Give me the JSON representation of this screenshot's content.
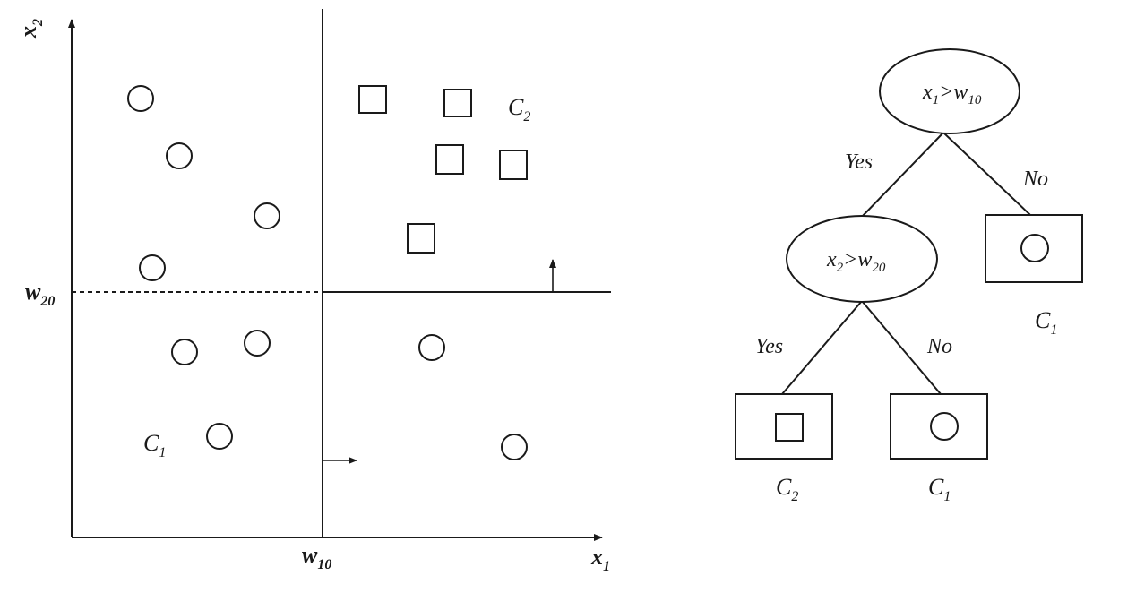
{
  "scatter": {
    "x_axis_label": "x",
    "x_axis_sub": "1",
    "y_axis_label": "x",
    "y_axis_sub": "2",
    "x_threshold_label": "w",
    "x_threshold_sub": "10",
    "y_threshold_label": "w",
    "y_threshold_sub": "20",
    "class1_label": "C",
    "class1_sub": "1",
    "class2_label": "C",
    "class2_sub": "2"
  },
  "tree": {
    "root": {
      "var": "x",
      "var_sub": "1",
      "op": ">",
      "thr": "w",
      "thr_sub": "10",
      "yes_label": "Yes",
      "no_label": "No"
    },
    "node": {
      "var": "x",
      "var_sub": "2",
      "op": ">",
      "thr": "w",
      "thr_sub": "20",
      "yes_label": "Yes",
      "no_label": "No"
    },
    "leaf_root_no": {
      "class": "C",
      "class_sub": "1",
      "shape": "circle"
    },
    "leaf_node_yes": {
      "class": "C",
      "class_sub": "2",
      "shape": "square"
    },
    "leaf_node_no": {
      "class": "C",
      "class_sub": "1",
      "shape": "circle"
    }
  }
}
